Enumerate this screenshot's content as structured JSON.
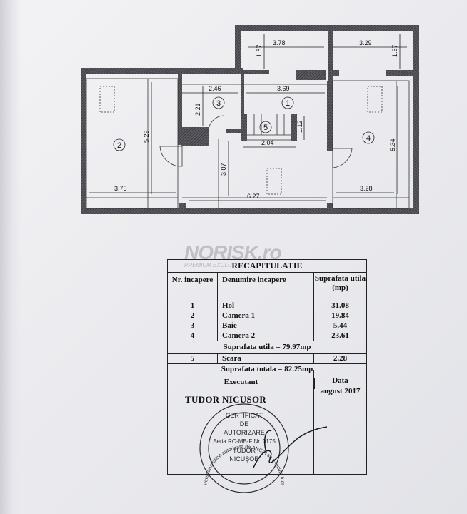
{
  "plan": {
    "dimensions": {
      "d378": "3.78",
      "d157": "1.57",
      "d329": "3.29",
      "d167": "1.67",
      "d246": "2.46",
      "d369": "3.69",
      "d221": "2.21",
      "d529": "5.29",
      "d112": "1.12",
      "d204": "2.04",
      "d534": "5.34",
      "d307": "3.07",
      "d375": "3.75",
      "d627": "6.27",
      "d328": "3.28"
    },
    "room_numbers": {
      "r1": "1",
      "r2": "2",
      "r3": "3",
      "r4": "4",
      "r5": "5"
    }
  },
  "watermark": {
    "brand": "NORISK.ro",
    "tagline": "PREMIUM EXCLU"
  },
  "recap": {
    "title": "RECAPITULATIE",
    "headers": {
      "nr": "Nr. incapere",
      "name": "Denumire incapere",
      "area": "Suprafata utila (mp)"
    },
    "rows": [
      {
        "nr": "1",
        "name": "Hol",
        "area": "31.08"
      },
      {
        "nr": "2",
        "name": "Camera 1",
        "area": "19.84"
      },
      {
        "nr": "3",
        "name": "Baie",
        "area": "5.44"
      },
      {
        "nr": "4",
        "name": "Camera 2",
        "area": "23.61"
      }
    ],
    "useful_total": "Suprafata utila = 79.97mp",
    "stair": {
      "nr": "5",
      "name": "Scara",
      "area": "2.28"
    },
    "grand_total": "Suprafata totala = 82.25mp",
    "executant_label": "Executant",
    "executant_name": "TUDOR NICUSOR",
    "date_label": "Data",
    "date_value": "august 2017"
  },
  "stamp": {
    "line1": "CERTIFICAT",
    "line2": "DE",
    "line3": "AUTORIZARE",
    "line4": "Seria RO-MB-F Nr. 0175",
    "line5": "TUDOR",
    "line6": "NICUȘOR",
    "ring_text": "Persoana fizica autorizata de ANCPI sa execute lucrari de cadastru, geodezie si cartografie"
  },
  "colors": {
    "wall": "#555458",
    "paper": "#ececf0",
    "ink": "#111111",
    "stamp_ink": "#2a2a34"
  }
}
